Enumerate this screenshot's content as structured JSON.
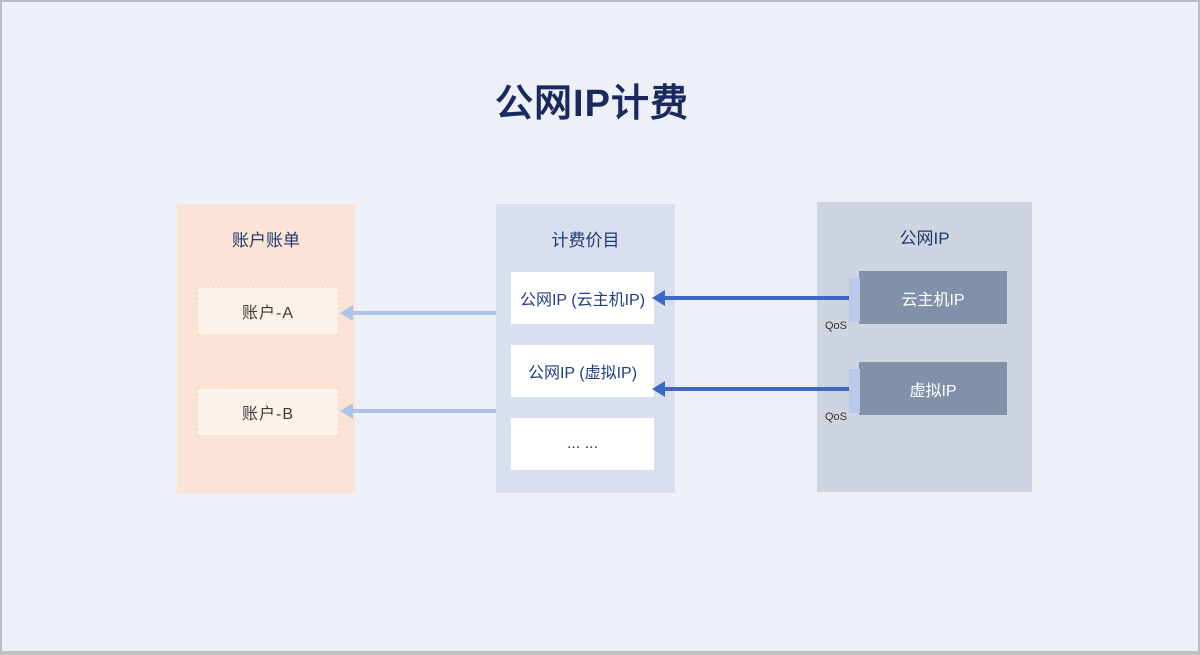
{
  "title": "公网IP计费",
  "colors": {
    "background": "#edf1f7",
    "title_text": "#1a2a5e",
    "account_panel_bg": "#fbe3d6",
    "account_item_bg": "#fdf2ea",
    "pricing_panel_bg": "#d9dfee",
    "pricing_item_bg": "#ffffff",
    "publicip_panel_bg": "#ced5e0",
    "ip_node_bg": "#8191a9",
    "qos_tab_bg": "#b9c9ea",
    "dark_arrow": "#3d69c5",
    "light_arrow": "#aec3e8",
    "navy_text": "#1e3a6e"
  },
  "panels": {
    "account": {
      "title": "账户账单",
      "items": [
        {
          "label": "账户-A"
        },
        {
          "label": "账户-B"
        }
      ]
    },
    "pricing": {
      "title": "计费价目",
      "items": [
        {
          "label": "公网IP (云主机IP)"
        },
        {
          "label": "公网IP (虚拟IP)"
        },
        {
          "label": "... ..."
        }
      ]
    },
    "publicip": {
      "title": "公网IP",
      "nodes": [
        {
          "label": "云主机IP",
          "qos_label": "QoS"
        },
        {
          "label": "虚拟IP",
          "qos_label": "QoS"
        }
      ]
    }
  }
}
